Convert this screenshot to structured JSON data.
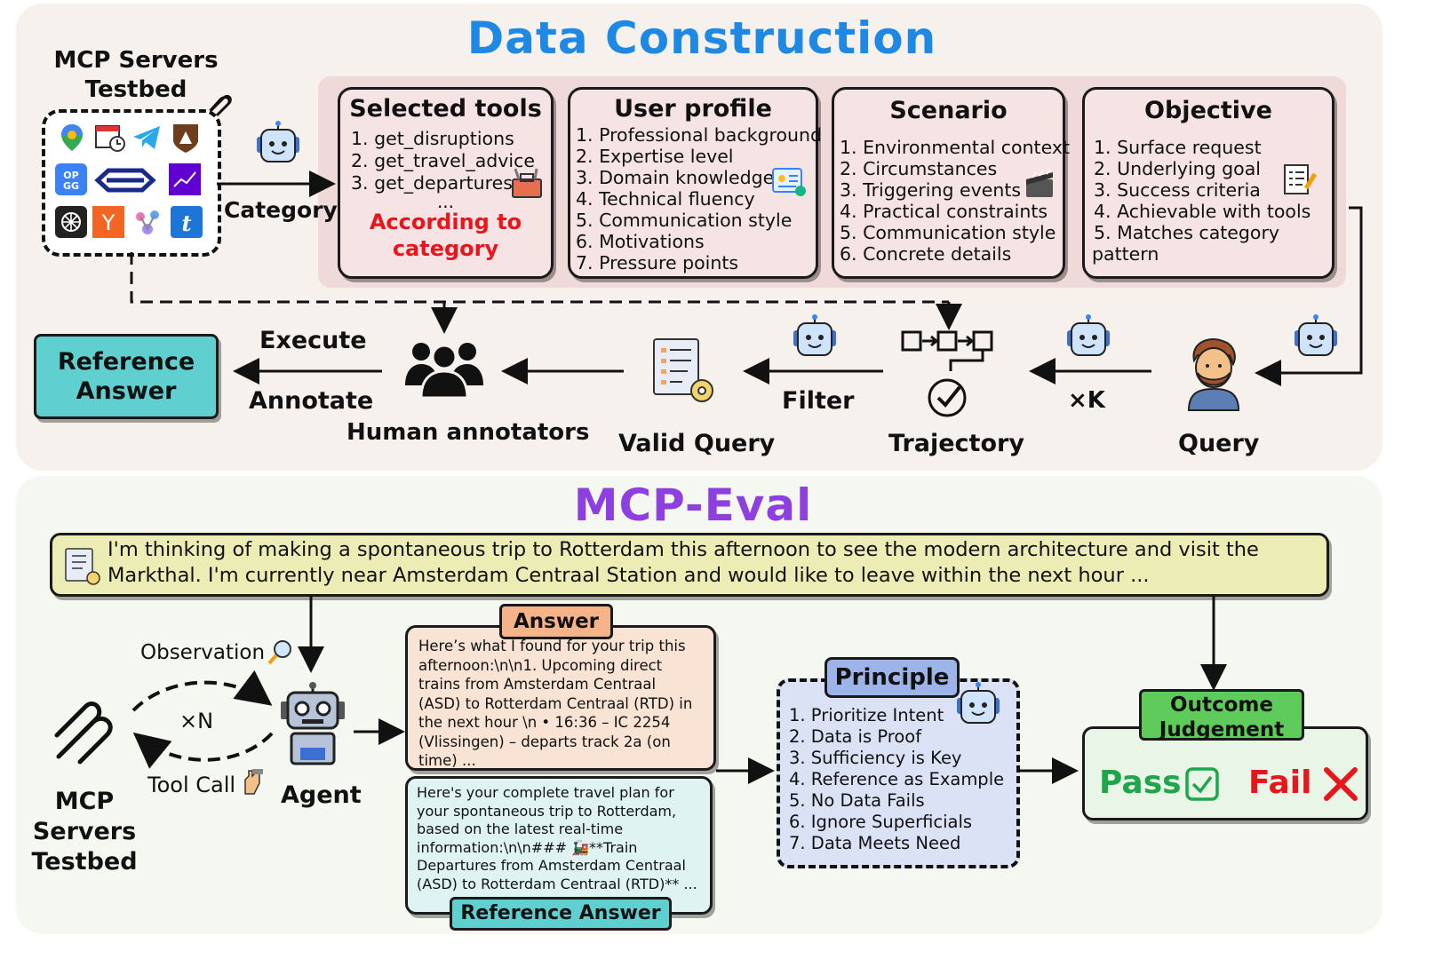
{
  "colors": {
    "top_panel_bg": "#f7f1ee",
    "bottom_panel_bg": "#f5f8f1",
    "title_blue": "#1e88e5",
    "title_purple": "#8e3fe0",
    "tools_box_bg": "#f6e4e4",
    "reference_bg": "#5fcfcf",
    "query_bg": "#ecedb5",
    "answer_bg": "#f8e3d4",
    "answer_tag": "#f5b38a",
    "ref_answer_bg": "#dff4f2",
    "ref_tag": "#5fcfcf",
    "principle_bg": "#dce2f5",
    "principle_tag": "#9db4e8",
    "outcome_tag": "#5ecb5b",
    "outcome_bg": "#e9f5e6",
    "pass_green": "#1fa54a",
    "fail_red": "#e8161b",
    "category_red": "#e8161b"
  },
  "data_construction": {
    "title": "Data Construction",
    "testbed_label": "MCP Servers Testbed",
    "testbed_icons": [
      "map-pin-icon",
      "calendar-clock-icon",
      "telegram-icon",
      "park-badge-icon",
      "opgg-icon",
      "ns-rail-icon",
      "yahoo-finance-icon",
      "kubernetes-icon",
      "y-combinator-icon",
      "molecule-icon",
      "tumblr-icon"
    ],
    "category_label": "Category",
    "selected_tools": {
      "title": "Selected tools",
      "items": [
        "1. get_disruptions",
        "2. get_travel_advice",
        "3. get_departures"
      ],
      "ellipsis": "...",
      "note": "According to category"
    },
    "user_profile": {
      "title": "User profile",
      "items": [
        "1. Professional background",
        "2. Expertise level",
        "3. Domain knowledge",
        "4. Technical fluency",
        "5. Communication style",
        "6. Motivations",
        "7. Pressure points"
      ]
    },
    "scenario": {
      "title": "Scenario",
      "items": [
        "1. Environmental context",
        "2. Circumstances",
        "3. Triggering events",
        "4. Practical constraints",
        "5. Communication style",
        "6. Concrete details"
      ]
    },
    "objective": {
      "title": "Objective",
      "items": [
        "1. Surface request",
        "2. Underlying goal",
        "3. Success criteria",
        "4. Achievable with tools",
        "5. Matches category"
      ],
      "wrap_line": "pattern"
    },
    "reference_answer": "Reference Answer",
    "execute_label": "Execute",
    "annotate_label": "Annotate",
    "human_annotators": "Human annotators",
    "valid_query": "Valid Query",
    "filter_label": "Filter",
    "trajectory": "Trajectory",
    "xk_label": "×K",
    "query": "Query"
  },
  "mcp_eval": {
    "title": "MCP-Eval",
    "query_text_line1": "I'm thinking of making a spontaneous trip to Rotterdam this afternoon to see the modern architecture and visit the",
    "query_text_line2": "Markthal. I'm currently near Amsterdam Centraal Station and would like to leave within the next hour ...",
    "observation_label": "Observation",
    "xn_label": "×N",
    "tool_call_label": "Tool Call",
    "agent_label": "Agent",
    "testbed_label_lines": [
      "MCP",
      "Servers",
      "Testbed"
    ],
    "answer_tag": "Answer",
    "answer_lines": [
      "Here’s what I found for your trip this",
      "afternoon:\\n\\n1. Upcoming direct",
      "trains from Amsterdam Centraal",
      "(ASD) to Rotterdam Centraal (RTD) in",
      "the next hour  \\n   • 16:36 – IC 2254",
      "(Vlissingen) – departs track 2a (on",
      "time) ..."
    ],
    "reference_tag": "Reference Answer",
    "reference_lines": [
      "Here's your complete travel plan for",
      "your spontaneous trip to Rotterdam,",
      "based on the latest real-time",
      "information:\\n\\n### 🚂**Train",
      "Departures from Amsterdam Centraal",
      "(ASD) to Rotterdam Centraal (RTD)** ..."
    ],
    "principle_tag": "Principle",
    "principle_items": [
      "1. Prioritize Intent",
      "2. Data is Proof",
      "3. Sufficiency is Key",
      "4. Reference as Example",
      "5. No Data Fails",
      "6. Ignore Superficials",
      "7. Data Meets Need"
    ],
    "outcome_tag": "Outcome Judgement",
    "pass_label": "Pass",
    "fail_label": "Fail"
  }
}
